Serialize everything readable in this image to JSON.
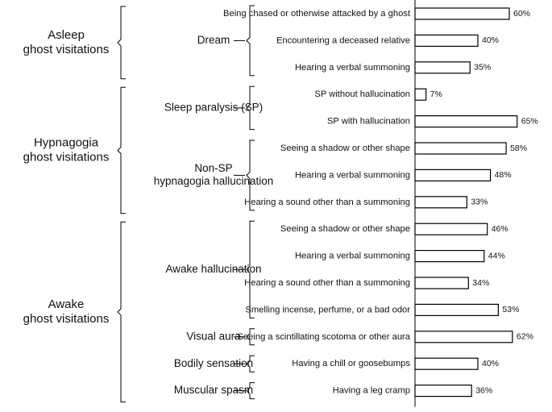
{
  "chart_data": {
    "type": "bar",
    "orientation": "horizontal",
    "unit": "%",
    "xlim": [
      0,
      100
    ],
    "grid": false,
    "groups": [
      {
        "label_lines": [
          "Asleep",
          "ghost visitations"
        ],
        "subgroups": [
          {
            "label_lines": [
              "Dream"
            ],
            "items": [
              {
                "label": "Being chased or otherwise attacked by a ghost",
                "value": 60,
                "value_label": "60%"
              },
              {
                "label": "Encountering a deceased relative",
                "value": 40,
                "value_label": "40%"
              },
              {
                "label": "Hearing a verbal summoning",
                "value": 35,
                "value_label": "35%"
              }
            ]
          }
        ]
      },
      {
        "label_lines": [
          "Hypnagogia",
          "ghost visitations"
        ],
        "subgroups": [
          {
            "label_lines": [
              "Sleep paralysis (SP)"
            ],
            "items": [
              {
                "label": "SP without hallucination",
                "value": 7,
                "value_label": "7%"
              },
              {
                "label": "SP with hallucination",
                "value": 65,
                "value_label": "65%"
              }
            ]
          },
          {
            "label_lines": [
              "Non-SP",
              "hypnagogia hallucination"
            ],
            "items": [
              {
                "label": "Seeing a shadow or other shape",
                "value": 58,
                "value_label": "58%"
              },
              {
                "label": "Hearing a verbal summoning",
                "value": 48,
                "value_label": "48%"
              },
              {
                "label": "Hearing a sound other than a summoning",
                "value": 33,
                "value_label": "33%"
              }
            ]
          }
        ]
      },
      {
        "label_lines": [
          "Awake",
          "ghost visitations"
        ],
        "subgroups": [
          {
            "label_lines": [
              "Awake hallucination"
            ],
            "items": [
              {
                "label": "Seeing a shadow or other shape",
                "value": 46,
                "value_label": "46%"
              },
              {
                "label": "Hearing a verbal summoning",
                "value": 44,
                "value_label": "44%"
              },
              {
                "label": "Hearing a sound other than a summoning",
                "value": 34,
                "value_label": "34%"
              },
              {
                "label": "Smelling incense, perfume, or a bad odor",
                "value": 53,
                "value_label": "53%"
              }
            ]
          },
          {
            "label_lines": [
              "Visual aura"
            ],
            "items": [
              {
                "label": "Seeing a scintillating scotoma or other aura",
                "value": 62,
                "value_label": "62%"
              }
            ]
          },
          {
            "label_lines": [
              "Bodily sensation"
            ],
            "items": [
              {
                "label": "Having a chill or goosebumps",
                "value": 40,
                "value_label": "40%"
              }
            ]
          },
          {
            "label_lines": [
              "Muscular spasm"
            ],
            "items": [
              {
                "label": "Having a leg cramp",
                "value": 36,
                "value_label": "36%"
              }
            ]
          }
        ]
      }
    ]
  }
}
